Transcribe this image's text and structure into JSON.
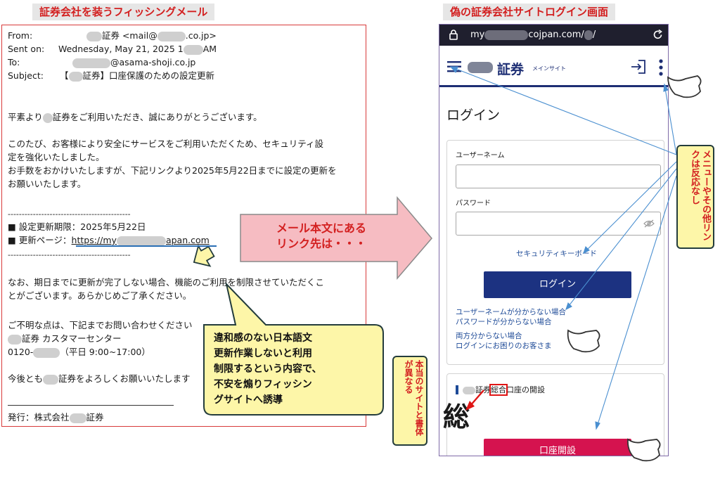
{
  "headings": {
    "left": "証券会社を装うフィッシングメール",
    "right": "偽の証券会社サイトログイン画面"
  },
  "email": {
    "from_label": "From:",
    "from_value_suffix": "証券 <mail@",
    "from_value_domain": ".co.jp>",
    "sent_label": "Sent on:",
    "sent_value": "Wednesday, May 21, 2025 1",
    "sent_value_end": "AM",
    "to_label": "To:",
    "to_value": "@asama-shoji.co.jp",
    "subject_label": "Subject:",
    "subject_value_prefix": "【",
    "subject_value": "証券】口座保護のための設定更新",
    "p1_prefix": "平素より",
    "p1": "証券をご利用いただき、誠にありがとうございます。",
    "p2a": "このたび、お客様により安全にサービスをご利用いただくため、セキュリティ設",
    "p2b": "定を強化いたしました。",
    "p2c": "お手数をおかけいたしますが、下記リンクより2025年5月22日までに設定の更新を",
    "p2d": "お願いいたします。",
    "rule": "--------------------------------------------",
    "deadline": "■ 設定更新期限：2025年5月22日",
    "update_page_label": "■ 更新ページ：",
    "update_url_prefix": "https://my",
    "update_url_suffix": "apan.com",
    "p3a": "なお、期日までに更新が完了しない場合、機能のご利用を制限させていただくこ",
    "p3b": "とがございます。あらかじめご了承ください。",
    "p4": "ご不明な点は、下記までお問い合わせください",
    "center": "証券 カスタマーセンター",
    "phone_prefix": "0120-",
    "phone_hours": "（平日 9:00~17:00）",
    "p5_prefix": "今後とも",
    "p5": "証券をよろしくお願いいたします",
    "footer_prefix": "発行：株式会社",
    "footer_suffix": "証券"
  },
  "phone": {
    "url_prefix": "my",
    "url_mid": "cojpan.com/",
    "url_end": "/",
    "brand": "証券",
    "brand_sub": "メインサイト",
    "login_title": "ログイン",
    "username_label": "ユーザーネーム",
    "password_label": "パスワード",
    "keyboard_link": "セキュリティキーボード",
    "login_button": "ログイン",
    "forgot_user": "ユーザーネームが分からない場合",
    "forgot_pass": "パスワードが分からない場合",
    "forgot_both": "両方分からない場合",
    "trouble": "ログインにお困りのお客さま",
    "account_title_a": "証券",
    "account_title_b": "総合",
    "account_title_c": "口座の開設",
    "big_char": "総",
    "open_button": "口座開設"
  },
  "callouts": {
    "arrow_text_1": "メール本文にある",
    "arrow_text_2": "リンク先は・・・",
    "bubble_lines": [
      "違和感のない日本語文",
      "更新作業しないと利用",
      "制限するという内容で、",
      "不安を煽りフィッシン",
      "グサイトへ誘導"
    ],
    "menu_note": "メニューやその他リンクは反応なし",
    "font_note": "本当のサイトと書体が異なる"
  },
  "colors": {
    "heading_red": "#d32020",
    "navy": "#1d2e74",
    "pink_arrow": "#f6bcc2",
    "callout_yellow": "#fdf6a8",
    "callout_border": "#233c3c",
    "open_button": "#d5134f"
  }
}
